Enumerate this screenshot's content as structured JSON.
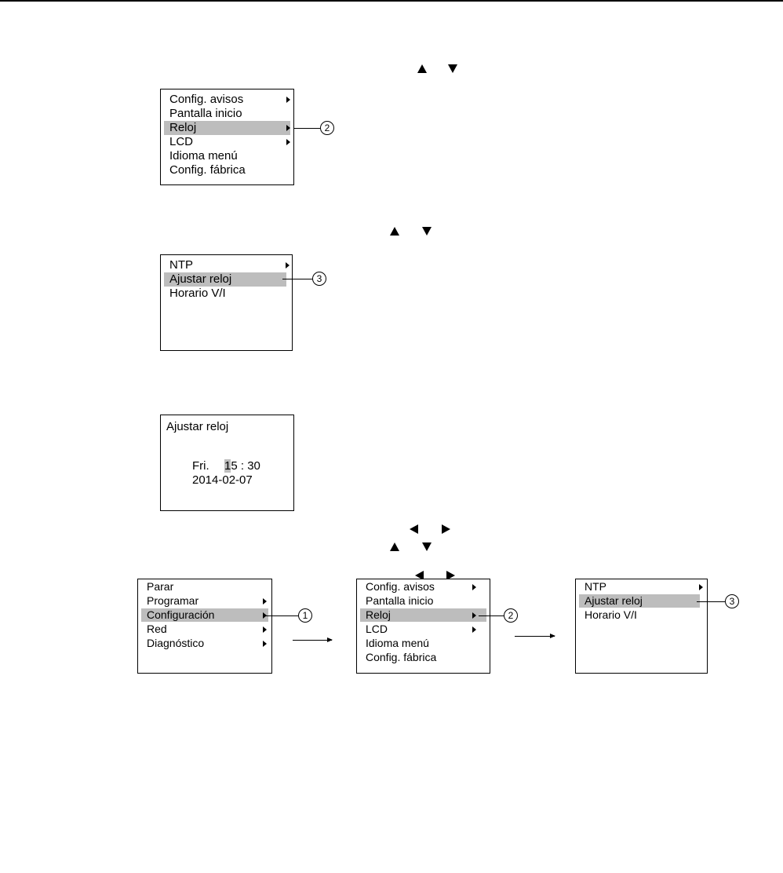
{
  "screens": {
    "config_menu": {
      "items": [
        "Config. avisos",
        "Pantalla inicio",
        "Reloj",
        "LCD",
        "Idioma menú",
        "Config. fábrica"
      ],
      "callout": "2"
    },
    "clock_menu": {
      "items": [
        "NTP",
        "Ajustar reloj",
        "Horario V/I"
      ],
      "callout": "3"
    },
    "set_clock": {
      "title": "Ajustar reloj",
      "day": "Fri.",
      "hour_highlighted": "1",
      "time_rest": "5 : 30",
      "date": "2014-02-07"
    }
  },
  "sequence": {
    "main_menu": {
      "items": [
        "Parar",
        "Programar",
        "Configuración",
        "Red",
        "Diagnóstico"
      ],
      "callout": "1"
    },
    "config_menu": {
      "items": [
        "Config. avisos",
        "Pantalla inicio",
        "Reloj",
        "LCD",
        "Idioma menú",
        "Config. fábrica"
      ],
      "callout": "2"
    },
    "clock_menu": {
      "items": [
        "NTP",
        "Ajustar reloj",
        "Horario V/I"
      ],
      "callout": "3"
    }
  },
  "icons": [
    "up-arrow-key-icon",
    "down-arrow-key-icon",
    "left-arrow-key-icon",
    "right-arrow-key-icon",
    "submenu-arrow-icon"
  ]
}
